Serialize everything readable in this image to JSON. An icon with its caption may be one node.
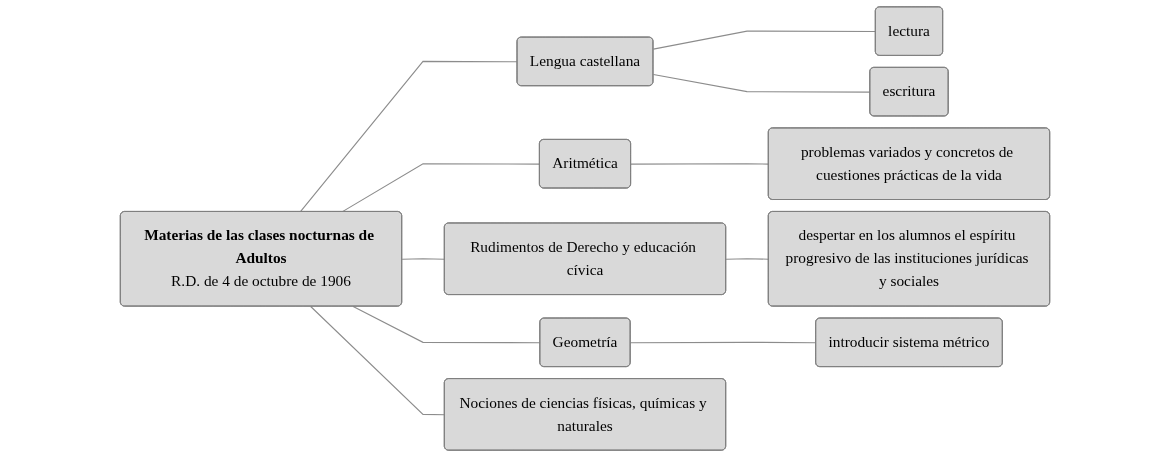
{
  "diagram": {
    "nodes": [
      {
        "text": [
          "Materias de las clases nocturnas de Adultos",
          "R.D. de 4 de octubre de 1906"
        ]
      },
      {
        "text": [
          "Lengua castellana"
        ]
      },
      {
        "text": [
          "lectura"
        ]
      },
      {
        "text": [
          "escritura"
        ]
      },
      {
        "text": [
          "Aritmética"
        ]
      },
      {
        "text": [
          "problemas variados y concretos de cuestiones prácticas de la vida"
        ]
      },
      {
        "text": [
          "Rudimentos de Derecho y educación cívica"
        ]
      },
      {
        "text": [
          "despertar en los alumnos el espíritu progresivo de las instituciones jurídicas y sociales"
        ]
      },
      {
        "text": [
          "Geometría"
        ]
      },
      {
        "text": [
          "introducir sistema métrico"
        ]
      },
      {
        "text": [
          "Nociones de ciencias físicas, químicas y naturales"
        ]
      }
    ],
    "edges": [
      {
        "from": 0,
        "to": 1,
        "arrow": "none"
      },
      {
        "from": 0,
        "to": 4,
        "arrow": "none"
      },
      {
        "from": 0,
        "to": 6,
        "arrow": "none"
      },
      {
        "from": 0,
        "to": 8,
        "arrow": "none"
      },
      {
        "from": 0,
        "to": 10,
        "arrow": "none"
      },
      {
        "from": 1,
        "to": 2,
        "arrow": "none"
      },
      {
        "from": 1,
        "to": 3,
        "arrow": "none"
      },
      {
        "from": 4,
        "to": 5,
        "arrow": "none"
      },
      {
        "from": 6,
        "to": 7,
        "arrow": "none"
      },
      {
        "from": 8,
        "to": 9,
        "arrow": "none"
      }
    ]
  }
}
